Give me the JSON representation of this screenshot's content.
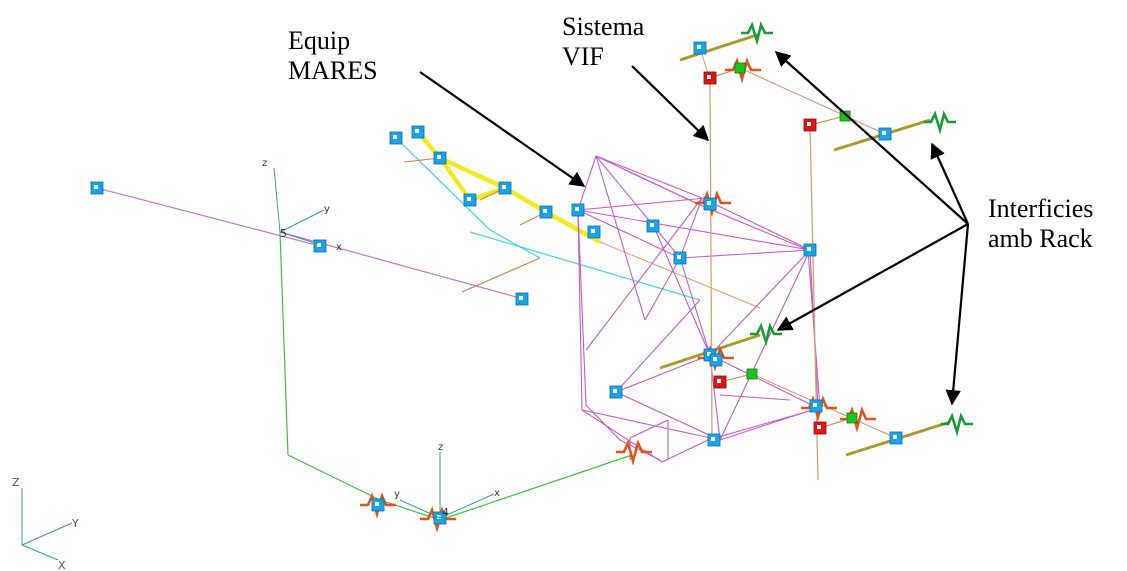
{
  "callouts": {
    "equip_line1": "Equip",
    "equip_line2": "MARES",
    "vif_line1": "Sistema",
    "vif_line2": "VIF",
    "rack_line1": "Interficies",
    "rack_line2": "amb Rack"
  },
  "triad_labels": {
    "global": {
      "z": "Z",
      "y": "Y",
      "x": "X"
    },
    "node5": {
      "id": "5",
      "z": "z",
      "y": "y",
      "x": "x"
    },
    "node4": {
      "id": "4",
      "z": "z",
      "y": "y",
      "x": "x"
    }
  },
  "colors": {
    "node_blue": "#1aa3e8",
    "node_red": "#e01414",
    "node_green": "#1dc41d",
    "spring_orange": "#e0541a",
    "spring_green": "#1a9a3a",
    "frame_magenta": "#c25cc8",
    "beam_yellow": "#f2ea1e",
    "beam_cyan": "#4fd6e8",
    "beam_green": "#3ec23e",
    "beam_orange": "#c8864a",
    "arrow": "#000000"
  }
}
